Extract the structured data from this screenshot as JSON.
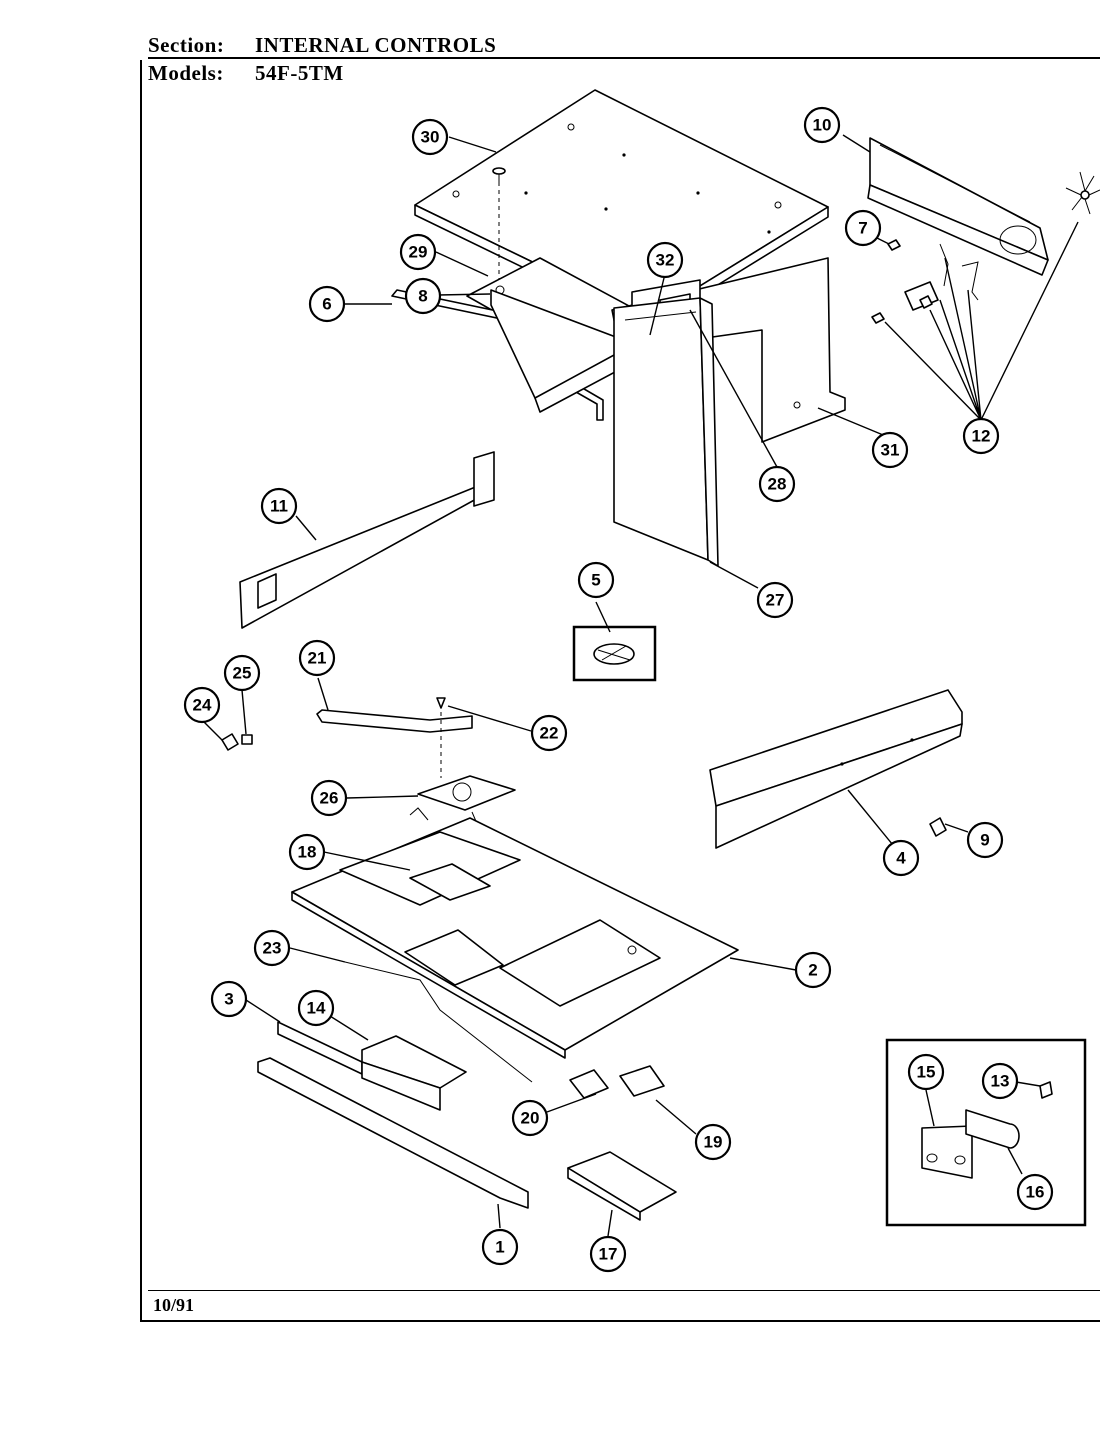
{
  "header": {
    "section_label": "Section:",
    "section_value": "INTERNAL CONTROLS",
    "models_label": "Models:",
    "models_value": "54F-5TM"
  },
  "footer": {
    "date": "10/91"
  },
  "callouts": [
    "1",
    "2",
    "3",
    "4",
    "5",
    "6",
    "7",
    "8",
    "9",
    "10",
    "11",
    "12",
    "13",
    "14",
    "15",
    "16",
    "17",
    "18",
    "19",
    "20",
    "21",
    "22",
    "23",
    "24",
    "25",
    "26",
    "27",
    "28",
    "29",
    "30",
    "31",
    "32"
  ]
}
